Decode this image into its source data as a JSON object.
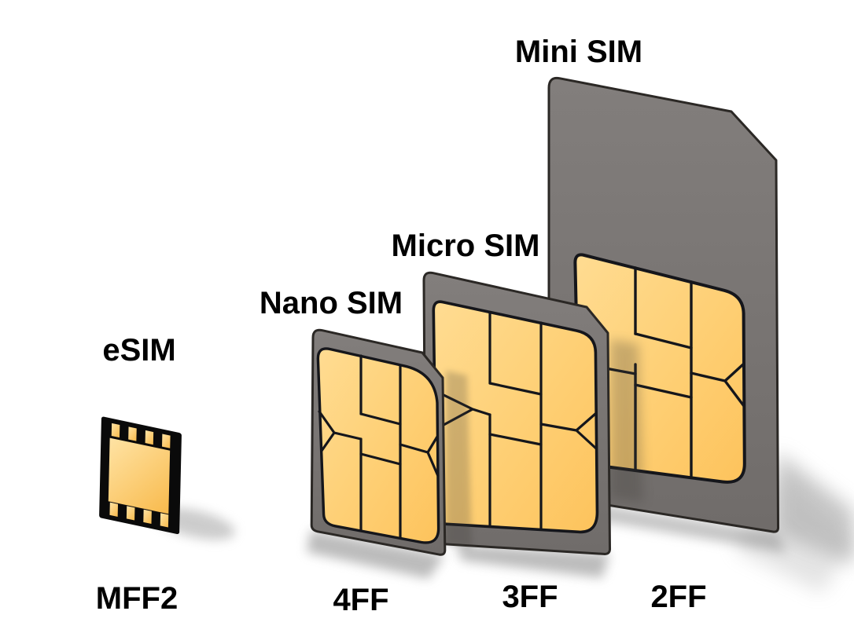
{
  "figure": {
    "type": "diagram",
    "subject": "SIM card form factor size comparison",
    "items": [
      {
        "name": "eSIM",
        "form_factor": "MFF2"
      },
      {
        "name": "Nano SIM",
        "form_factor": "4FF"
      },
      {
        "name": "Micro SIM",
        "form_factor": "3FF"
      },
      {
        "name": "Mini SIM",
        "form_factor": "2FF"
      }
    ],
    "colors": {
      "background": "#ffffff",
      "card_gray": "#7d7977",
      "card_gray_dark": "#6e6a68",
      "card_outline": "#2b2825",
      "pad_orange_light": "#ffdc92",
      "pad_orange_deep": "#fdc35c",
      "pad_line": "#15161b",
      "chip_black": "#0a0a0a",
      "chip_orange_light": "#ffe3a4",
      "chip_orange_deep": "#f8ba4c",
      "label_text": "#000000",
      "shadow": "#9b9b9b"
    }
  }
}
